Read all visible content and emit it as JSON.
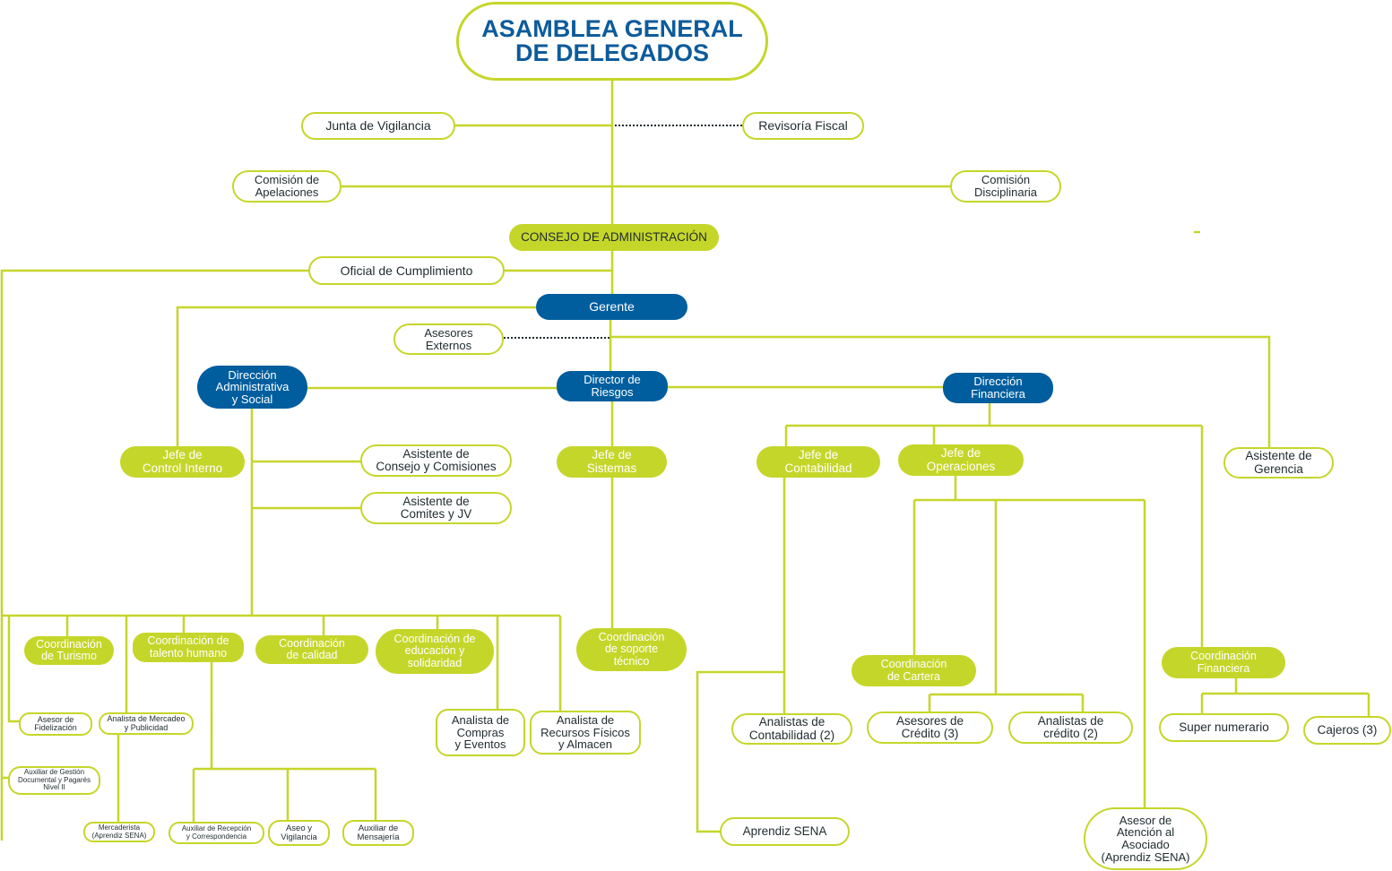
{
  "colors": {
    "line": "#c5d62a",
    "blue": "#005e9e",
    "title_text": "#0d5b9b",
    "dark_text": "#1f2b2f",
    "white": "#ffffff"
  },
  "nodes": {
    "asamblea": "ASAMBLEA GENERAL\nDE DELEGADOS",
    "junta_vigilancia": "Junta de Vigilancia",
    "revisoria_fiscal": "Revisoría Fiscal",
    "comision_apelaciones": "Comisión de\nApelaciones",
    "comision_disciplinaria": "Comisión\nDisciplinaria",
    "consejo": "CONSEJO DE ADMINISTRACIÓN",
    "oficial_cumplimiento": "Oficial de Cumplimiento",
    "gerente": "Gerente",
    "asesores_externos": "Asesores\nExternos",
    "dir_admin": "Dirección\nAdministrativa\ny Social",
    "dir_riesgos": "Director de\nRiesgos",
    "dir_financiera": "Dirección\nFinanciera",
    "jefe_control": "Jefe de\nControl Interno",
    "asist_consejo": "Asistente de\nConsejo y Comisiones",
    "asist_comites": "Asistente de\nComites y JV",
    "jefe_sistemas": "Jefe de\nSistemas",
    "jefe_contabilidad": "Jefe de\nContabilidad",
    "jefe_operaciones": "Jefe de\nOperaciones",
    "asist_gerencia": "Asistente de\nGerencia",
    "coord_turismo": "Coordinación\nde Turismo",
    "coord_talento": "Coordinación de\ntalento humano",
    "coord_calidad": "Coordinación\nde calidad",
    "coord_educacion": "Coordinación de\neducación y\nsolidaridad",
    "coord_soporte": "Coordinación\nde soporte\ntécnico",
    "coord_cartera": "Coordinación\nde Cartera",
    "coord_financiera": "Coordinación\nFinanciera",
    "analista_compras": "Analista de\nCompras\ny Eventos",
    "analista_recursos": "Analista de\nRecursos Físicos\ny Almacen",
    "asesor_fidelizacion": "Asesor de\nFidelización",
    "analista_mercadeo": "Analista de Mercadeo\ny Publicidad",
    "auxiliar_gestion": "Auxiliar de Gestión\nDocumental y Pagarés\nNivel II",
    "mercaderista": "Mercaderista\n(Aprendiz SENA)",
    "aux_recepcion": "Auxiliar de Recepción\ny Correspondencia",
    "aseo": "Aseo y\nVigilancia",
    "aux_mensajeria": "Auxiliar de\nMensajería",
    "analistas_contabilidad": "Analistas de\nContabilidad (2)",
    "asesores_credito": "Asesores de\nCrédito (3)",
    "analistas_credito": "Analistas de\ncrédito (2)",
    "super_numerario": "Super numerario",
    "cajeros": "Cajeros (3)",
    "aprendiz_sena": "Aprendiz SENA",
    "asesor_atencion": "Asesor de\nAtención al\nAsociado\n(Aprendiz SENA)"
  }
}
